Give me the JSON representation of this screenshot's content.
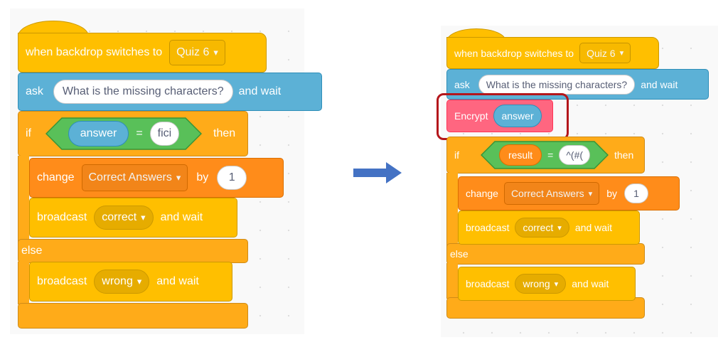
{
  "left_script": {
    "hat": {
      "text": "when backdrop switches to",
      "backdrop": "Quiz 6"
    },
    "ask": {
      "label": "ask",
      "question": "What is the missing characters?",
      "wait": "and wait"
    },
    "if": {
      "label": "if",
      "then": "then",
      "condition": {
        "left": "answer",
        "op": "=",
        "right": "fici"
      }
    },
    "change": {
      "label": "change",
      "variable": "Correct Answers",
      "by": "by",
      "value": "1"
    },
    "broadcast_correct": {
      "label": "broadcast",
      "message": "correct",
      "wait": "and wait"
    },
    "else": {
      "label": "else"
    },
    "broadcast_wrong": {
      "label": "broadcast",
      "message": "wrong",
      "wait": "and wait"
    }
  },
  "right_script": {
    "hat": {
      "text": "when backdrop switches to",
      "backdrop": "Quiz 6"
    },
    "ask": {
      "label": "ask",
      "question": "What is the missing characters?",
      "wait": "and wait"
    },
    "encrypt": {
      "label": "Encrypt",
      "input": "answer"
    },
    "if": {
      "label": "if",
      "then": "then",
      "condition": {
        "left": "result",
        "op": "=",
        "right": "^(#("
      }
    },
    "change": {
      "label": "change",
      "variable": "Correct Answers",
      "by": "by",
      "value": "1"
    },
    "broadcast_correct": {
      "label": "broadcast",
      "message": "correct",
      "wait": "and wait"
    },
    "else": {
      "label": "else"
    },
    "broadcast_wrong": {
      "label": "broadcast",
      "message": "wrong",
      "wait": "and wait"
    }
  },
  "icons": {
    "arrow": "right-arrow-icon",
    "dropdown": "dropdown-caret-icon"
  },
  "colors": {
    "events": "#ffbf00",
    "sensing": "#5cb1d6",
    "control": "#ffab19",
    "variables": "#ff8c1a",
    "my_blocks": "#ff6680",
    "highlight": "#b4161b",
    "arrow": "#4472c4"
  }
}
